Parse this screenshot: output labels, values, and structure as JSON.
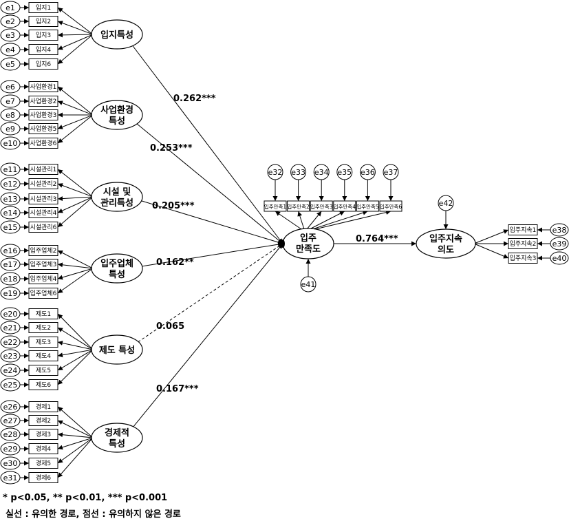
{
  "constructs": [
    {
      "id": "c1",
      "line1": "입지특성",
      "line2": "",
      "indicators": [
        {
          "e": "e1",
          "label": "입지1"
        },
        {
          "e": "e2",
          "label": "입지2"
        },
        {
          "e": "e3",
          "label": "입지3"
        },
        {
          "e": "e4",
          "label": "입지4"
        },
        {
          "e": "e5",
          "label": "입지6"
        }
      ]
    },
    {
      "id": "c2",
      "line1": "사업환경",
      "line2": "특성",
      "indicators": [
        {
          "e": "e6",
          "label": "사업환경1"
        },
        {
          "e": "e7",
          "label": "사업환경2"
        },
        {
          "e": "e8",
          "label": "사업환경3"
        },
        {
          "e": "e9",
          "label": "사업환경5"
        },
        {
          "e": "e10",
          "label": "사업환경6"
        }
      ]
    },
    {
      "id": "c3",
      "line1": "시설 및",
      "line2": "관리특성",
      "indicators": [
        {
          "e": "e11",
          "label": "시설관리1"
        },
        {
          "e": "e12",
          "label": "시설관리2"
        },
        {
          "e": "e13",
          "label": "시설관리3"
        },
        {
          "e": "e14",
          "label": "시설관리4"
        },
        {
          "e": "e15",
          "label": "시설관리6"
        }
      ]
    },
    {
      "id": "c4",
      "line1": "입주업체",
      "line2": "특성",
      "indicators": [
        {
          "e": "e16",
          "label": "입주업체2"
        },
        {
          "e": "e17",
          "label": "입주업체3"
        },
        {
          "e": "e18",
          "label": "입주업체4"
        },
        {
          "e": "e19",
          "label": "입주업체6"
        }
      ]
    },
    {
      "id": "c5",
      "line1": "제도 특성",
      "line2": "",
      "indicators": [
        {
          "e": "e20",
          "label": "제도1"
        },
        {
          "e": "e21",
          "label": "제도2"
        },
        {
          "e": "e22",
          "label": "제도3"
        },
        {
          "e": "e23",
          "label": "제도4"
        },
        {
          "e": "e24",
          "label": "제도5"
        },
        {
          "e": "e25",
          "label": "제도6"
        }
      ]
    },
    {
      "id": "c6",
      "line1": "경제적",
      "line2": "특성",
      "indicators": [
        {
          "e": "e26",
          "label": "경제1"
        },
        {
          "e": "e27",
          "label": "경제2"
        },
        {
          "e": "e28",
          "label": "경제3"
        },
        {
          "e": "e29",
          "label": "경제4"
        },
        {
          "e": "e30",
          "label": "경제5"
        },
        {
          "e": "e31",
          "label": "경제6"
        }
      ]
    }
  ],
  "paths": [
    {
      "from": "c1",
      "coef": "0.262***",
      "significant": true
    },
    {
      "from": "c2",
      "coef": "0.253***",
      "significant": true
    },
    {
      "from": "c3",
      "coef": "0.205***",
      "significant": true
    },
    {
      "from": "c4",
      "coef": "0.162**",
      "significant": true
    },
    {
      "from": "c5",
      "coef": "0.065",
      "significant": false
    },
    {
      "from": "c6",
      "coef": "0.167***",
      "significant": true
    }
  ],
  "satisfaction": {
    "line1": "입주",
    "line2": "만족도",
    "error": "e41",
    "indicators": [
      {
        "e": "e32",
        "label": "입주만족1"
      },
      {
        "e": "e33",
        "label": "입주만족2"
      },
      {
        "e": "e34",
        "label": "입주만족3"
      },
      {
        "e": "e35",
        "label": "입주만족4"
      },
      {
        "e": "e36",
        "label": "입주만족5"
      },
      {
        "e": "e37",
        "label": "입주만족6"
      }
    ]
  },
  "intention": {
    "line1": "입주지속",
    "line2": "의도",
    "error": "e42",
    "indicators": [
      {
        "e": "e38",
        "label": "입주지속1"
      },
      {
        "e": "e39",
        "label": "입주지속2"
      },
      {
        "e": "e40",
        "label": "입주지속3"
      }
    ]
  },
  "main_path": {
    "coef": "0.764***"
  },
  "notes": {
    "significance": "* p<0.05, ** p<0.01, *** p<0.001",
    "legend": "실선 : 유의한 경로,  점선 : 유의하지 않은 경로"
  }
}
